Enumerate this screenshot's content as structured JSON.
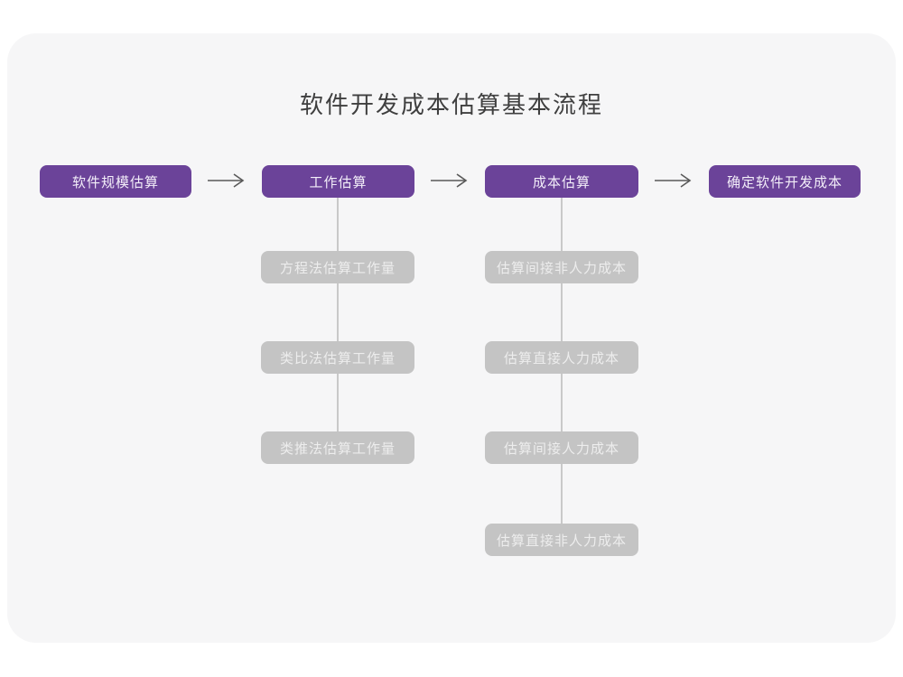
{
  "title": "软件开发成本估算基本流程",
  "flow": {
    "main_nodes": [
      {
        "label": "软件规模估算"
      },
      {
        "label": "工作估算"
      },
      {
        "label": "成本估算"
      },
      {
        "label": "确定软件开发成本"
      }
    ],
    "work_estimation_sub_steps": [
      "方程法估算工作量",
      "类比法估算工作量",
      "类推法估算工作量"
    ],
    "cost_estimation_sub_steps": [
      "估算间接非人力成本",
      "估算直接人力成本",
      "估算间接人力成本",
      "估算直接非人力成本"
    ]
  },
  "colors": {
    "primary_node": "#6b4399",
    "sub_node": "#c4c4c4",
    "card_background": "#f6f6f7",
    "title_text": "#3f3f3f",
    "arrow": "#595959",
    "connector_line": "#c9c9c9"
  }
}
